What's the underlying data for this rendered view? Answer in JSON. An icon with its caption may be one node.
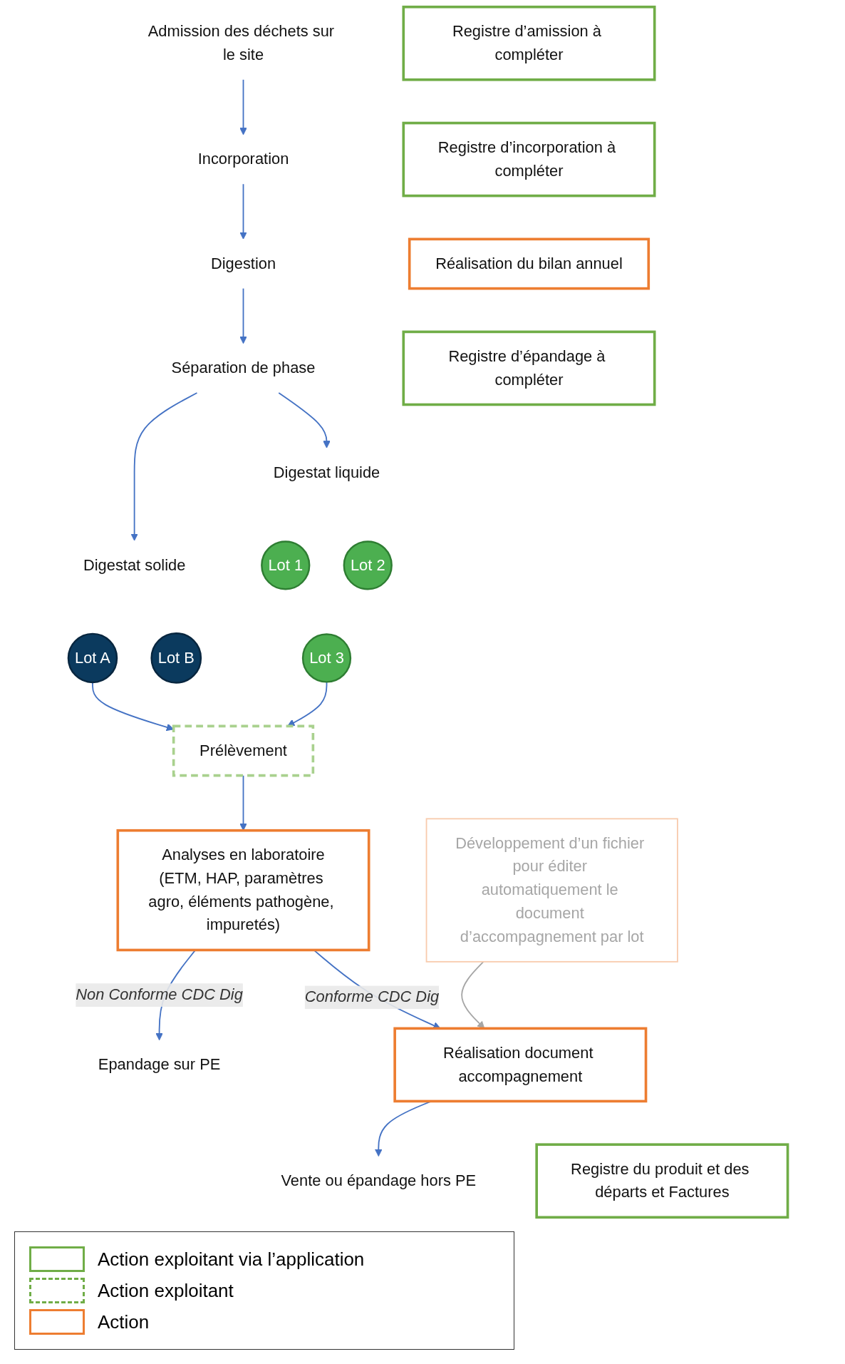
{
  "diagram": {
    "nodes": [
      {
        "text": [
          "Admission des déchets sur le site"
        ]
      },
      {
        "text": [
          "Registre d’amission à compléter"
        ]
      },
      {
        "text": [
          "Incorporation"
        ]
      },
      {
        "text": [
          "Registre d’incorporation à compléter"
        ]
      },
      {
        "text": [
          "Digestion"
        ]
      },
      {
        "text": [
          "Séparation de phase"
        ]
      },
      {
        "text": [
          "Réalisation du bilan annuel"
        ]
      },
      {
        "text": [
          "Digestat solide"
        ]
      },
      {
        "text": [
          "Digestat liquide"
        ]
      },
      {
        "text": [
          "Lot A"
        ]
      },
      {
        "text": [
          "Lot B"
        ]
      },
      {
        "text": [
          "Lot 1"
        ]
      },
      {
        "text": [
          "Lot 2"
        ]
      },
      {
        "text": [
          "Lot 3"
        ]
      },
      {
        "text": [
          "Développement d’un fichier pour éditer automatiquement le document d’accompagnement par lot"
        ]
      },
      {
        "text": [
          "Prélèvement"
        ]
      },
      {
        "text": [
          "Analyses en laboratoire",
          "(ETM, HAP, paramètres agro, éléments pathogène, impuretés)"
        ]
      },
      {
        "text": [
          "Registre d’épandage à compléter"
        ]
      },
      {
        "text": [
          "Epandage sur PE"
        ]
      },
      {
        "text": [
          "Réalisation document accompagnement"
        ]
      },
      {
        "text": [
          "Vente ou épandage hors PE"
        ]
      },
      {
        "text": [
          "Registre du produit et des départs et Factures"
        ]
      }
    ],
    "edges": [
      {
        "from": 0,
        "to": 2,
        "arrow": "to"
      },
      {
        "from": 2,
        "to": 4,
        "arrow": "to"
      },
      {
        "from": 4,
        "to": 5,
        "arrow": "to"
      },
      {
        "from": 5,
        "to": 7,
        "arrow": "to"
      },
      {
        "from": 5,
        "to": 8,
        "arrow": "to"
      },
      {
        "from": 9,
        "to": 15,
        "arrow": "to"
      },
      {
        "from": 13,
        "to": 15,
        "arrow": "to"
      },
      {
        "from": 15,
        "to": 16,
        "arrow": "to"
      },
      {
        "from": 16,
        "to": 18,
        "arrow": "to",
        "label": "Non Conforme CDC Dig"
      },
      {
        "from": 16,
        "to": 19,
        "arrow": "to",
        "label": "Conforme CDC Dig"
      },
      {
        "from": 14,
        "to": 19,
        "arrow": "to",
        "color": "#a6a6a6"
      },
      {
        "from": 19,
        "to": 20,
        "arrow": "to"
      }
    ],
    "legend": [
      {
        "text": "Action exploitant via l’application"
      },
      {
        "text": "Action exploitant"
      },
      {
        "text": "Action"
      }
    ]
  }
}
